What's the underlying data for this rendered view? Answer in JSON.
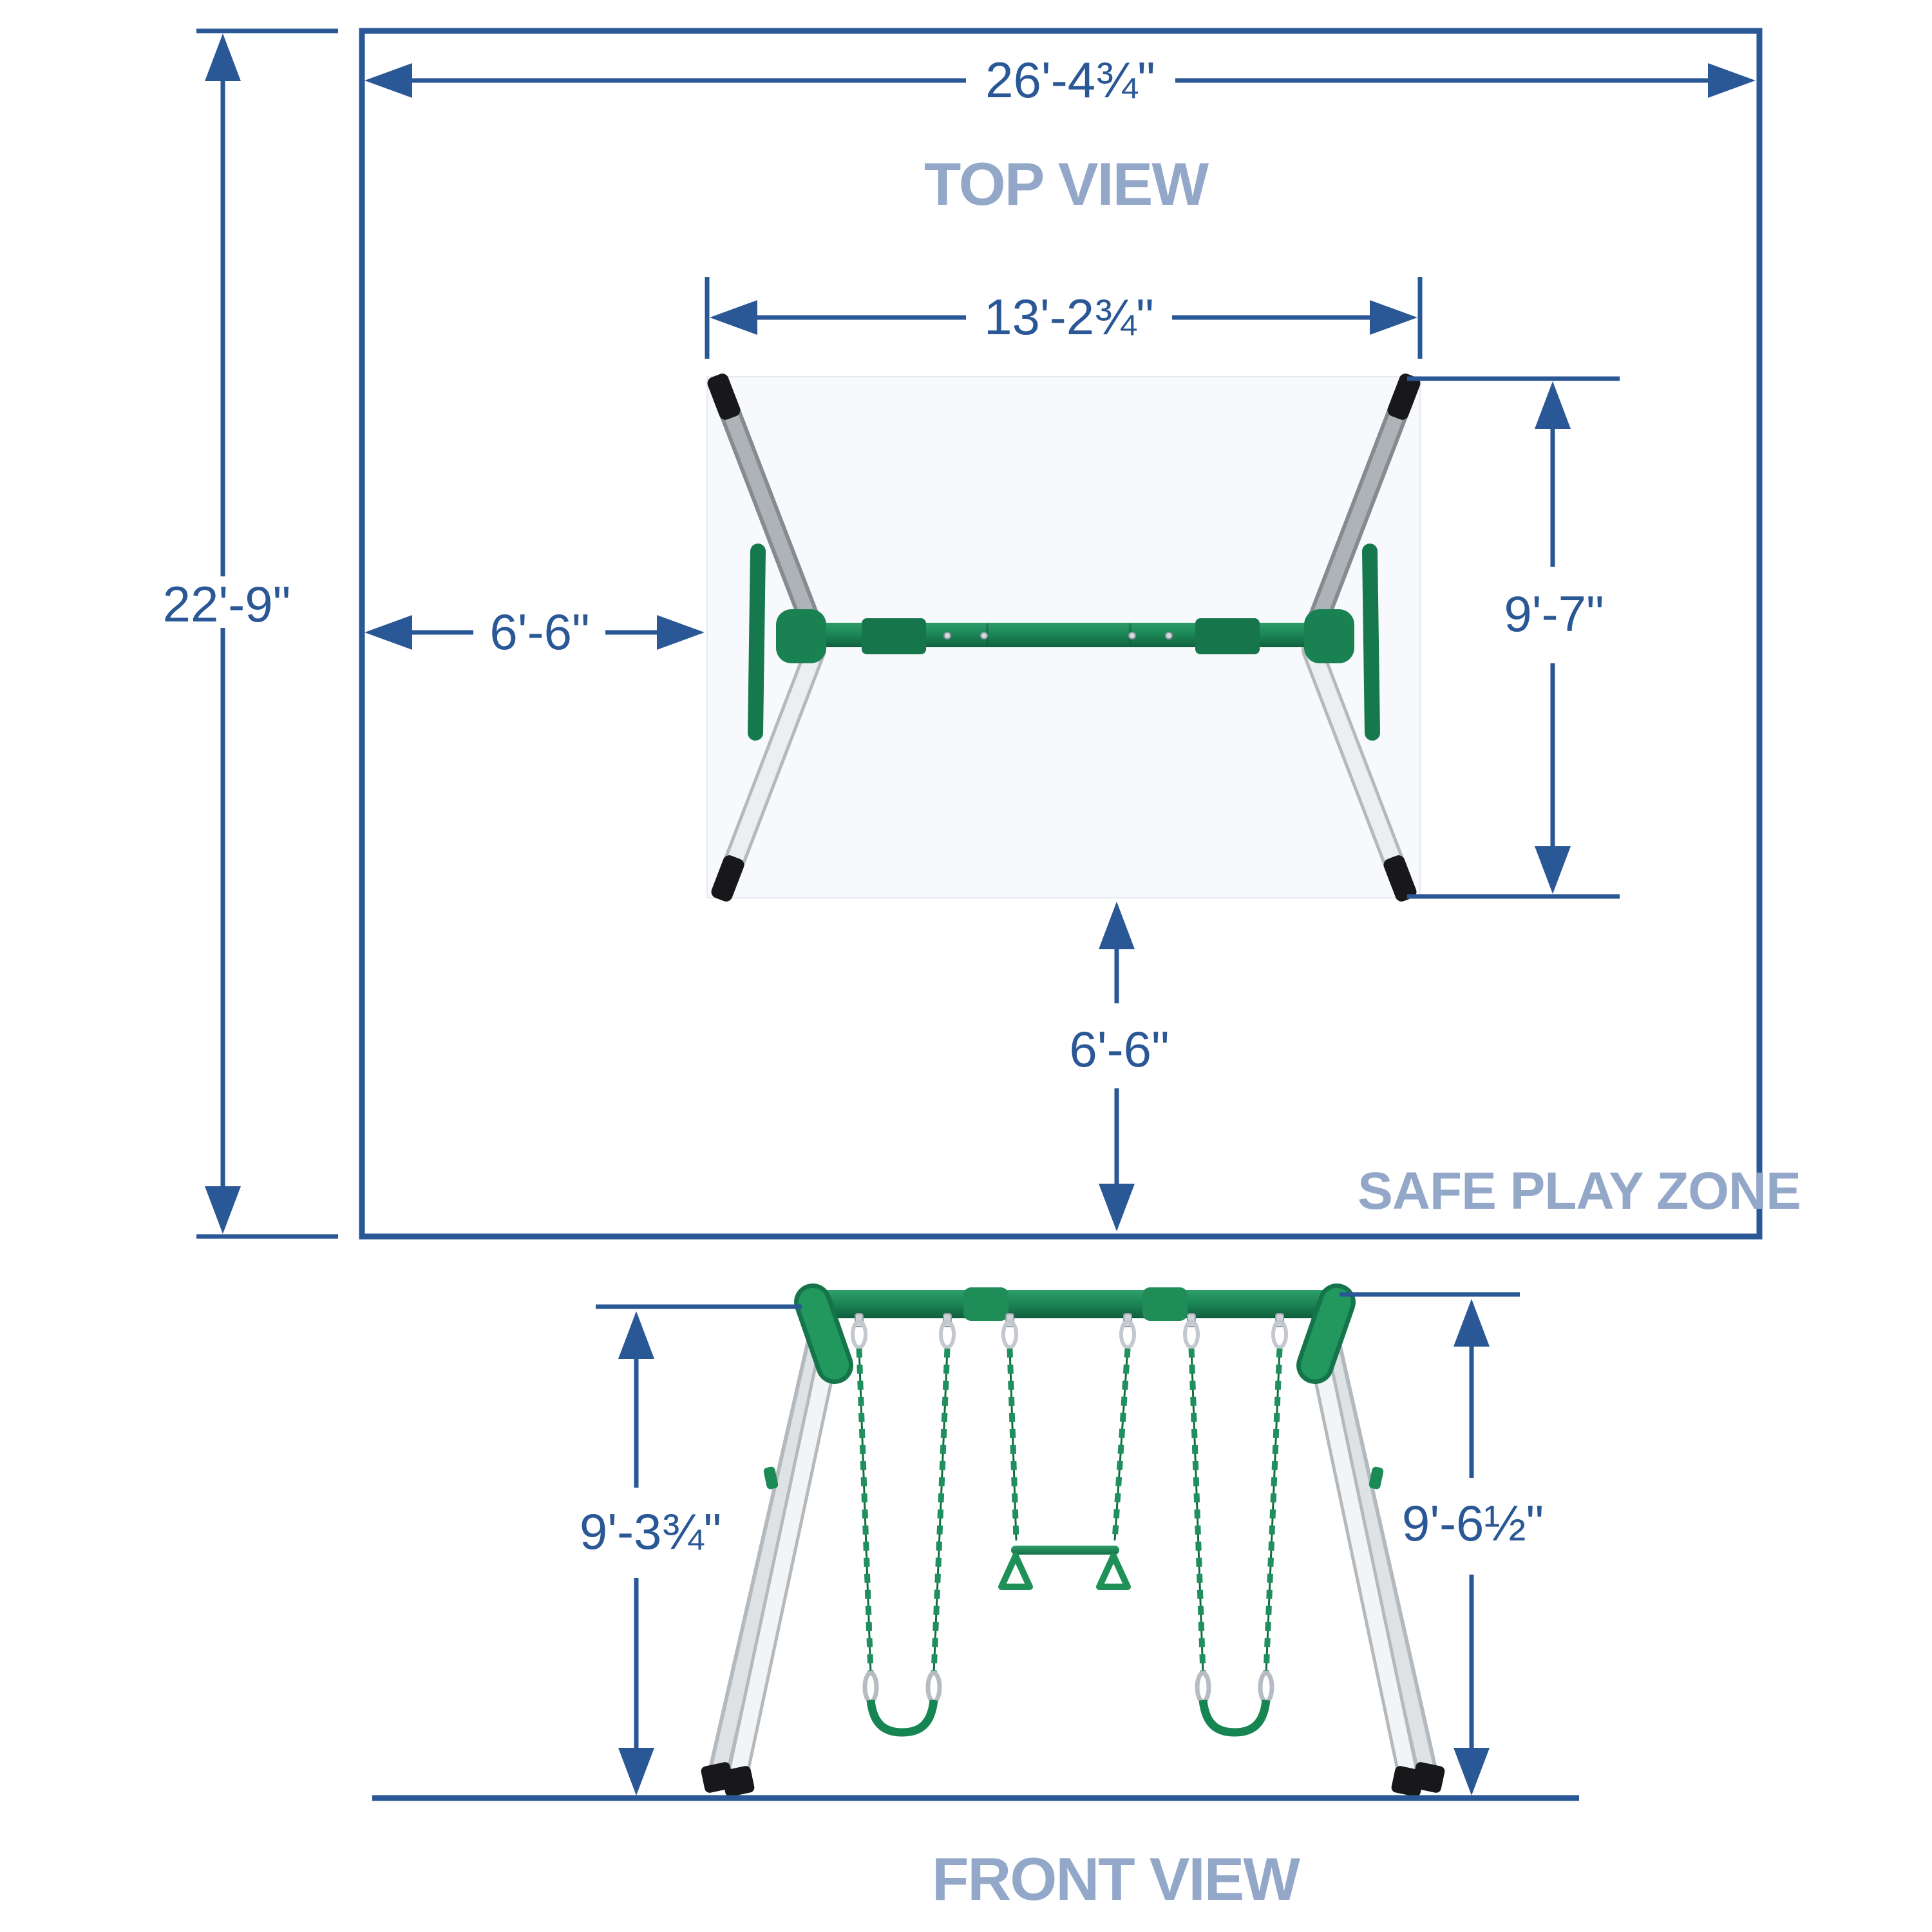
{
  "colors": {
    "dimension_blue": "#2a5795",
    "label_blue": "#93a7c8",
    "structure_green": "#1b8a57",
    "leg_silver": "#d9dcde",
    "foot_black": "#18181a"
  },
  "top_view": {
    "title": "TOP VIEW",
    "safe_play_zone_label": "SAFE PLAY ZONE",
    "dimensions": {
      "overall_width": "26'-4¾\"",
      "overall_depth": "22'-9\"",
      "frame_width": "13'-2¾\"",
      "side_clearance": "6'-6\"",
      "frame_depth": "9'-7\"",
      "front_clearance": "6'-6\""
    }
  },
  "front_view": {
    "title": "FRONT VIEW",
    "dimensions": {
      "height_to_beam_underside": "9'-3¾\"",
      "overall_height": "9'-6½\""
    }
  }
}
